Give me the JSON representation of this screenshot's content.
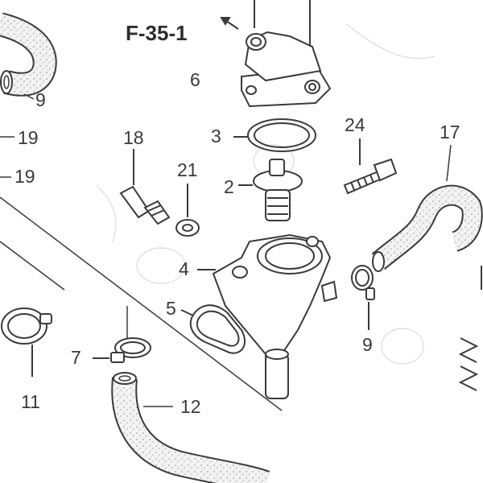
{
  "diagram": {
    "reference": "F-35-1",
    "callouts": {
      "c9_top": "9",
      "c19_a": "19",
      "c19_b": "19",
      "c6": "6",
      "c3": "3",
      "c24": "24",
      "c17": "17",
      "c18": "18",
      "c21": "21",
      "c2": "2",
      "c4": "4",
      "c5": "5",
      "c9_right": "9",
      "c7": "7",
      "c11": "11",
      "c12": "12"
    }
  },
  "colors": {
    "ink": "#3a3a3a",
    "hose_fill": "#f0f0f0",
    "paper": "#ffffff"
  }
}
